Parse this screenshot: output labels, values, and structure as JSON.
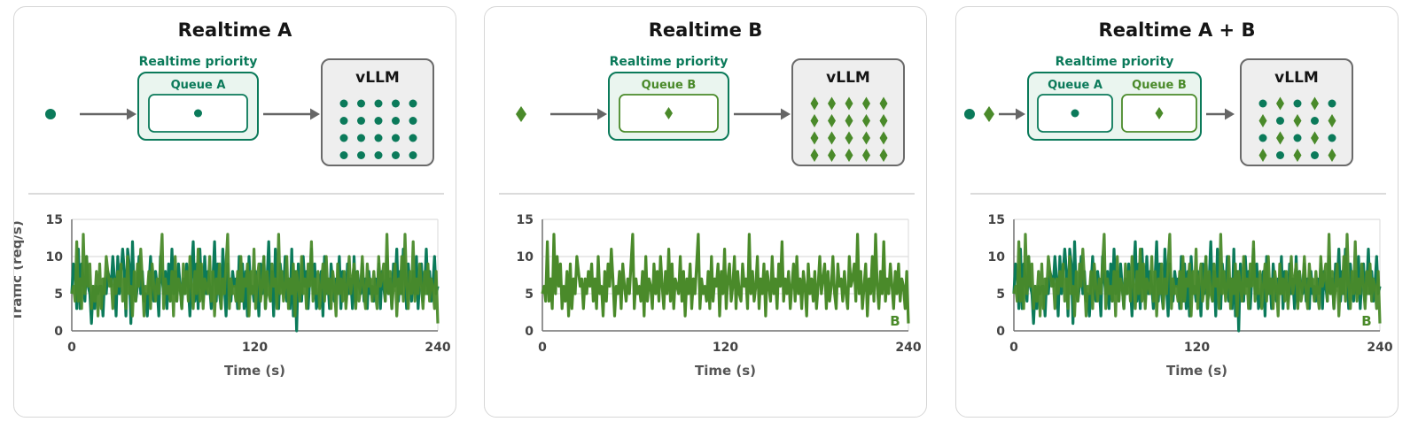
{
  "colors": {
    "a": "#0b7a5a",
    "b": "#4a8a2a",
    "grid": "#dedede",
    "axis": "#707070"
  },
  "labels": {
    "priority": "Realtime priority",
    "vllm": "vLLM",
    "queue_a": "Queue A",
    "queue_b": "Queue B",
    "ylabel": "Traffic (req/s)",
    "xlabel": "Time (s)"
  },
  "panels": [
    {
      "title": "Realtime A",
      "queues": [
        "a"
      ],
      "vllm_pattern": "a",
      "source_markers": [
        "a"
      ]
    },
    {
      "title": "Realtime B",
      "queues": [
        "b"
      ],
      "vllm_pattern": "b",
      "source_markers": [
        "b"
      ]
    },
    {
      "title": "Realtime A + B",
      "queues": [
        "a",
        "b"
      ],
      "vllm_pattern": "mixed",
      "source_markers": [
        "a",
        "b"
      ]
    }
  ],
  "chart_data": [
    {
      "type": "line",
      "title": "",
      "xlabel": "Time (s)",
      "ylabel": "Traffic (req/s)",
      "xlim": [
        0,
        240
      ],
      "ylim": [
        0,
        15
      ],
      "xticks": [
        0,
        120,
        240
      ],
      "yticks": [
        0,
        5,
        10,
        15
      ],
      "grid": true,
      "series": [
        {
          "key": "a",
          "values": [
            5,
            9,
            8,
            3,
            11,
            3,
            9,
            7,
            4,
            10,
            6,
            5,
            1,
            6,
            3,
            6,
            5,
            6,
            6,
            2,
            7,
            5,
            8,
            7,
            6,
            10,
            7,
            2,
            10,
            5,
            8,
            11,
            8,
            2,
            11,
            9,
            1,
            12,
            5,
            4,
            6,
            10,
            5,
            8,
            4,
            5,
            2,
            6,
            10,
            5,
            4,
            8,
            6,
            2,
            10,
            7,
            5,
            8,
            3,
            9,
            4,
            11,
            5,
            8,
            4,
            9,
            6,
            3,
            7,
            5,
            9,
            6,
            2,
            8,
            12,
            4,
            9,
            3,
            11,
            6,
            4,
            10,
            5,
            8,
            6,
            3,
            7,
            12,
            4,
            9,
            5,
            3,
            11,
            6,
            2,
            9,
            5,
            4,
            8,
            6,
            7,
            3,
            10,
            4,
            9,
            3,
            8,
            2,
            10,
            5,
            6,
            4,
            8,
            6,
            2,
            9,
            5,
            10,
            3,
            7,
            12,
            4,
            8,
            2,
            11,
            5,
            3,
            9,
            6,
            5,
            10,
            4,
            7,
            3,
            11,
            2,
            8,
            0,
            9,
            5,
            4,
            10,
            6,
            8,
            3,
            7,
            11,
            5,
            9,
            3,
            4,
            6,
            8,
            2,
            10,
            5,
            7,
            3,
            9,
            6,
            4,
            7,
            5,
            10,
            3,
            8,
            6,
            4,
            9,
            5,
            7,
            3,
            10,
            4,
            8,
            6,
            5,
            9,
            4,
            7,
            3,
            8,
            5,
            6,
            4,
            7,
            5,
            9,
            3,
            8,
            6,
            4,
            10,
            5,
            7,
            3,
            9,
            6,
            11,
            4,
            8,
            5,
            11,
            7,
            3,
            9,
            6,
            4,
            8,
            5,
            10,
            3,
            7,
            9,
            4,
            6,
            11,
            5,
            8,
            4,
            6,
            10,
            5,
            6
          ]
        },
        {
          "key": "b",
          "values": [
            5,
            6,
            4,
            12,
            4,
            7,
            3,
            13,
            5,
            10,
            6,
            9,
            3,
            6,
            4,
            8,
            2,
            9,
            3,
            7,
            5,
            10,
            8,
            6,
            7,
            3,
            7,
            5,
            8,
            6,
            9,
            4,
            7,
            3,
            10,
            5,
            6,
            2,
            8,
            4,
            9,
            6,
            11,
            7,
            2,
            6,
            5,
            8,
            3,
            9,
            6,
            4,
            7,
            5,
            9,
            13,
            3,
            7,
            5,
            6,
            4,
            8,
            2,
            10,
            4,
            7,
            6,
            3,
            9,
            5,
            8,
            4,
            10,
            6,
            3,
            8,
            5,
            11,
            4,
            9,
            3,
            7,
            6,
            5,
            10,
            4,
            8,
            2,
            7,
            5,
            9,
            3,
            7,
            5,
            9,
            13,
            3,
            7,
            5,
            6,
            4,
            8,
            3,
            10,
            4,
            7,
            6,
            9,
            2,
            8,
            5,
            11,
            3,
            7,
            9,
            4,
            6,
            10,
            3,
            8,
            5,
            4,
            9,
            6,
            7,
            3,
            13,
            5,
            8,
            4,
            6,
            10,
            3,
            7,
            5,
            9,
            2,
            8,
            6,
            4,
            10,
            5,
            7,
            3,
            9,
            6,
            12,
            4,
            7,
            5,
            8,
            3,
            6,
            9,
            4,
            10,
            5,
            7,
            3,
            8,
            6,
            2,
            9,
            5,
            7,
            4,
            8,
            3,
            6,
            10,
            5,
            7,
            9,
            3,
            8,
            4,
            6,
            10,
            5,
            3,
            9,
            6,
            7,
            4,
            8,
            5,
            3,
            10,
            6,
            7,
            9,
            4,
            13,
            5,
            8,
            3,
            6,
            9,
            2,
            7,
            5,
            10,
            4,
            13,
            6,
            3,
            8,
            5,
            12,
            4,
            7,
            5,
            9,
            6,
            3,
            8,
            5,
            9,
            4,
            7,
            6,
            3,
            8,
            1
          ]
        }
      ]
    },
    {
      "type": "line",
      "title": "",
      "xlabel": "Time (s)",
      "ylabel": "",
      "xlim": [
        0,
        240
      ],
      "ylim": [
        0,
        15
      ],
      "xticks": [
        0,
        120,
        240
      ],
      "yticks": [
        0,
        5,
        10,
        15
      ],
      "grid": true,
      "end_label": "B",
      "series": [
        {
          "key": "b",
          "values": [
            5,
            6,
            4,
            12,
            4,
            7,
            3,
            13,
            5,
            10,
            6,
            9,
            3,
            6,
            4,
            8,
            2,
            9,
            3,
            7,
            5,
            10,
            8,
            6,
            7,
            3,
            7,
            5,
            8,
            6,
            9,
            4,
            7,
            3,
            10,
            5,
            6,
            2,
            8,
            4,
            9,
            6,
            11,
            7,
            2,
            6,
            5,
            8,
            3,
            9,
            6,
            4,
            7,
            5,
            9,
            13,
            3,
            7,
            5,
            6,
            4,
            8,
            2,
            10,
            4,
            7,
            6,
            3,
            9,
            5,
            8,
            4,
            10,
            6,
            3,
            8,
            5,
            11,
            4,
            9,
            3,
            7,
            6,
            5,
            10,
            4,
            8,
            2,
            7,
            5,
            9,
            3,
            7,
            5,
            9,
            13,
            3,
            7,
            5,
            6,
            4,
            8,
            3,
            10,
            4,
            7,
            6,
            9,
            2,
            8,
            5,
            11,
            3,
            7,
            9,
            4,
            6,
            10,
            3,
            8,
            5,
            4,
            9,
            6,
            7,
            3,
            13,
            5,
            8,
            4,
            6,
            10,
            3,
            7,
            5,
            9,
            2,
            8,
            6,
            4,
            10,
            5,
            7,
            3,
            9,
            6,
            12,
            4,
            7,
            5,
            8,
            3,
            6,
            9,
            4,
            10,
            5,
            7,
            3,
            8,
            6,
            2,
            9,
            5,
            7,
            4,
            8,
            3,
            6,
            10,
            5,
            7,
            9,
            3,
            8,
            4,
            6,
            10,
            5,
            3,
            9,
            6,
            7,
            4,
            8,
            5,
            3,
            10,
            6,
            7,
            9,
            4,
            13,
            5,
            8,
            3,
            6,
            9,
            2,
            7,
            5,
            10,
            4,
            13,
            6,
            3,
            8,
            5,
            12,
            4,
            7,
            5,
            9,
            6,
            3,
            8,
            5,
            9,
            4,
            7,
            6,
            3,
            8,
            1
          ]
        }
      ]
    },
    {
      "type": "line",
      "title": "",
      "xlabel": "Time (s)",
      "ylabel": "",
      "xlim": [
        0,
        240
      ],
      "ylim": [
        0,
        15
      ],
      "xticks": [
        0,
        120,
        240
      ],
      "yticks": [
        0,
        5,
        10,
        15
      ],
      "grid": true,
      "end_label": "B",
      "series": [
        {
          "key": "a",
          "values": [
            5,
            9,
            8,
            3,
            11,
            3,
            9,
            7,
            4,
            10,
            6,
            5,
            1,
            6,
            3,
            6,
            5,
            6,
            6,
            2,
            7,
            5,
            8,
            7,
            6,
            10,
            7,
            2,
            10,
            5,
            8,
            11,
            8,
            2,
            11,
            9,
            1,
            12,
            5,
            4,
            6,
            10,
            5,
            8,
            4,
            5,
            2,
            6,
            10,
            5,
            4,
            8,
            6,
            2,
            10,
            7,
            5,
            8,
            3,
            9,
            4,
            11,
            5,
            8,
            4,
            9,
            6,
            3,
            7,
            5,
            9,
            6,
            2,
            8,
            12,
            4,
            9,
            3,
            11,
            6,
            4,
            10,
            5,
            8,
            6,
            3,
            7,
            12,
            4,
            9,
            5,
            3,
            11,
            6,
            2,
            9,
            5,
            4,
            8,
            6,
            7,
            3,
            10,
            4,
            9,
            3,
            8,
            2,
            10,
            5,
            6,
            4,
            8,
            6,
            2,
            9,
            5,
            10,
            3,
            7,
            12,
            4,
            8,
            2,
            11,
            5,
            3,
            9,
            6,
            5,
            10,
            4,
            7,
            3,
            11,
            2,
            8,
            0,
            9,
            5,
            4,
            10,
            6,
            8,
            3,
            7,
            11,
            5,
            9,
            3,
            4,
            6,
            8,
            2,
            10,
            5,
            7,
            3,
            9,
            6,
            4,
            7,
            5,
            10,
            3,
            8,
            6,
            4,
            9,
            5,
            7,
            3,
            10,
            4,
            8,
            6,
            5,
            9,
            4,
            7,
            3,
            8,
            5,
            6,
            4,
            7,
            5,
            9,
            3,
            8,
            6,
            4,
            10,
            5,
            7,
            3,
            9,
            6,
            11,
            4,
            8,
            5,
            11,
            7,
            3,
            9,
            6,
            4,
            8,
            5,
            10,
            3,
            7,
            9,
            4,
            6,
            11,
            5,
            8,
            4,
            6,
            10,
            5,
            6
          ]
        },
        {
          "key": "b",
          "values": [
            5,
            6,
            4,
            12,
            4,
            7,
            3,
            13,
            5,
            10,
            6,
            9,
            3,
            6,
            4,
            8,
            2,
            9,
            3,
            7,
            5,
            10,
            8,
            6,
            7,
            3,
            7,
            5,
            8,
            6,
            9,
            4,
            7,
            3,
            10,
            5,
            6,
            2,
            8,
            4,
            9,
            6,
            11,
            7,
            2,
            6,
            5,
            8,
            3,
            9,
            6,
            4,
            7,
            5,
            9,
            13,
            3,
            7,
            5,
            6,
            4,
            8,
            2,
            10,
            4,
            7,
            6,
            3,
            9,
            5,
            8,
            4,
            10,
            6,
            3,
            8,
            5,
            11,
            4,
            9,
            3,
            7,
            6,
            5,
            10,
            4,
            8,
            2,
            7,
            5,
            9,
            3,
            7,
            5,
            9,
            13,
            3,
            7,
            5,
            6,
            4,
            8,
            3,
            10,
            4,
            7,
            6,
            9,
            2,
            8,
            5,
            11,
            3,
            7,
            9,
            4,
            6,
            10,
            3,
            8,
            5,
            4,
            9,
            6,
            7,
            3,
            13,
            5,
            8,
            4,
            6,
            10,
            3,
            7,
            5,
            9,
            2,
            8,
            6,
            4,
            10,
            5,
            7,
            3,
            9,
            6,
            12,
            4,
            7,
            5,
            8,
            3,
            6,
            9,
            4,
            10,
            5,
            7,
            3,
            8,
            6,
            2,
            9,
            5,
            7,
            4,
            8,
            3,
            6,
            10,
            5,
            7,
            9,
            3,
            8,
            4,
            6,
            10,
            5,
            3,
            9,
            6,
            7,
            4,
            8,
            5,
            3,
            10,
            6,
            7,
            9,
            4,
            13,
            5,
            8,
            3,
            6,
            9,
            2,
            7,
            5,
            10,
            4,
            13,
            6,
            3,
            8,
            5,
            12,
            4,
            7,
            5,
            9,
            6,
            3,
            8,
            5,
            9,
            4,
            7,
            6,
            3,
            8,
            1
          ]
        }
      ]
    }
  ]
}
